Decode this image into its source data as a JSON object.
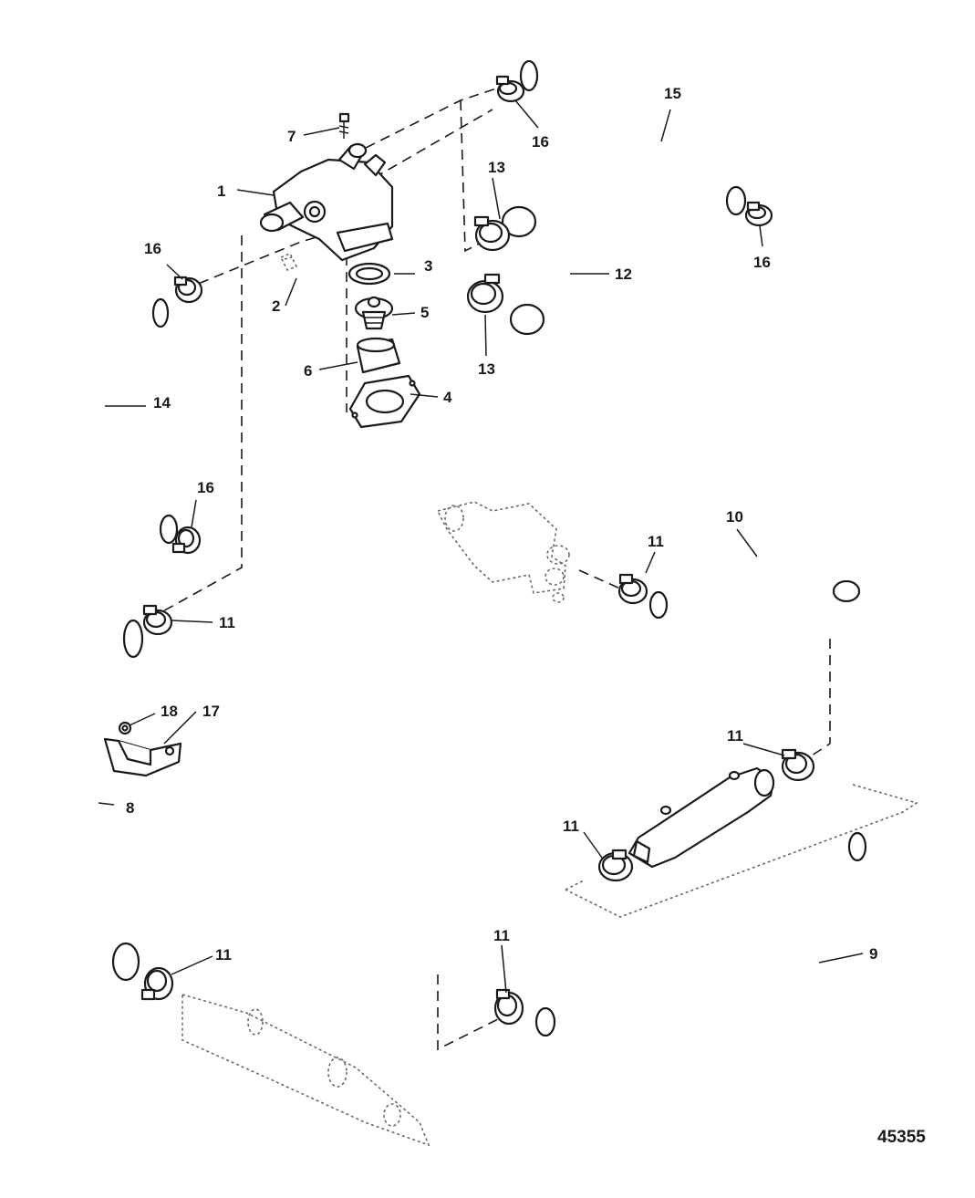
{
  "figure_number": "45355",
  "callouts": {
    "c1": "1",
    "c2": "2",
    "c3": "3",
    "c4": "4",
    "c5": "5",
    "c6": "6",
    "c7": "7",
    "c8": "8",
    "c9": "9",
    "c10": "10",
    "c11a": "11",
    "c11b": "11",
    "c11c": "11",
    "c11d": "11",
    "c11e": "11",
    "c11f": "11",
    "c12": "12",
    "c13a": "13",
    "c13b": "13",
    "c14": "14",
    "c15": "15",
    "c16a": "16",
    "c16b": "16",
    "c16c": "16",
    "c16d": "16",
    "c17": "17",
    "c18": "18"
  },
  "colors": {
    "line": "#1a1a1a",
    "background": "#ffffff"
  }
}
